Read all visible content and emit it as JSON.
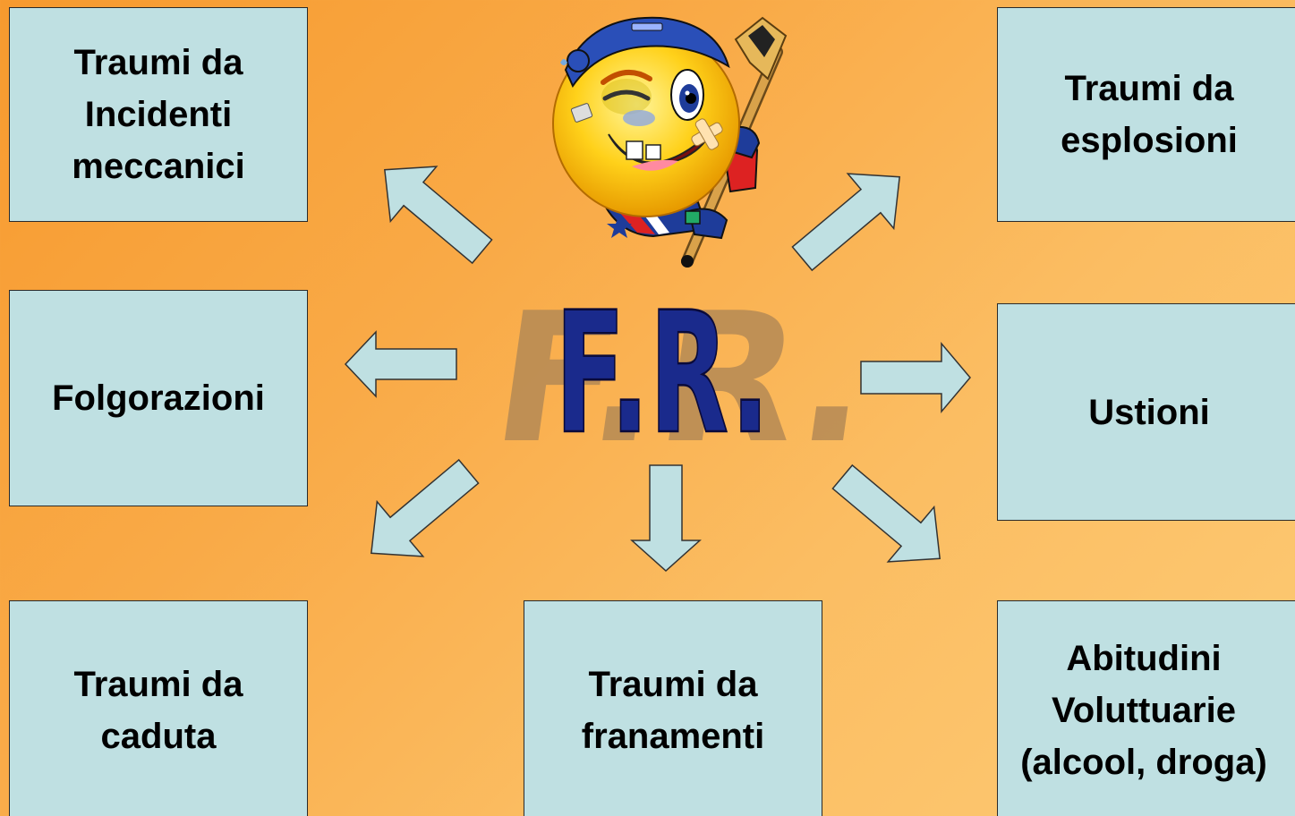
{
  "center": {
    "title": "F.R."
  },
  "boxes": {
    "top_left": {
      "lines": [
        "Traumi da",
        "Incidenti",
        "meccanici"
      ]
    },
    "mid_left": {
      "lines": [
        "Folgorazioni"
      ]
    },
    "bottom_left": {
      "lines": [
        "Traumi da",
        "caduta"
      ]
    },
    "bottom_center": {
      "lines": [
        "Traumi da",
        "franamenti"
      ]
    },
    "top_right": {
      "lines": [
        "Traumi da",
        "esplosioni"
      ]
    },
    "mid_right": {
      "lines": [
        "Ustioni"
      ]
    },
    "bottom_right": {
      "lines": [
        "Abitudini",
        "Voluttuarie",
        "(alcool, droga)"
      ]
    }
  },
  "colors": {
    "box_fill": "#bfe0e2",
    "arrow_fill": "#bfe0e2",
    "title_fill": "#1a2a8c",
    "background_start": "#f79a2e",
    "background_end": "#fdca74"
  },
  "icons": {
    "mascot": "hockey-smiley-mascot-icon"
  }
}
